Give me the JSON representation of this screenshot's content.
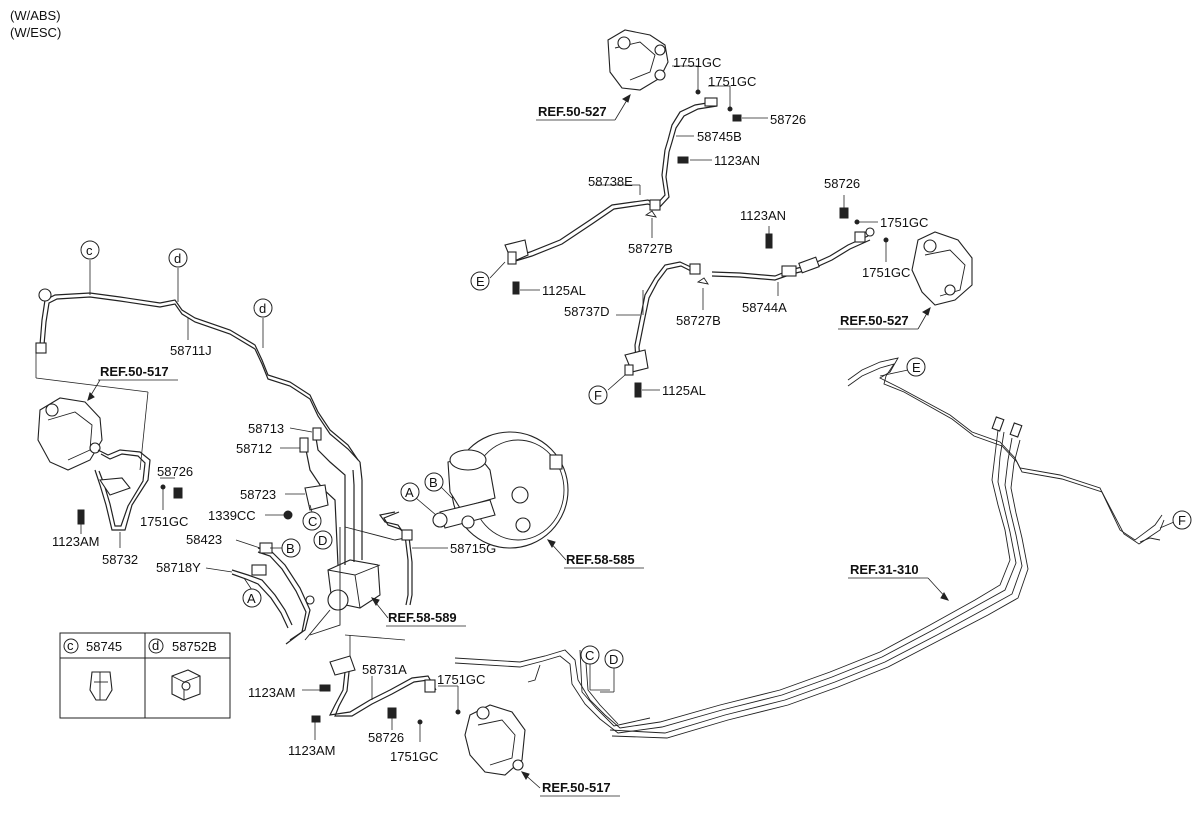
{
  "header": {
    "line1": "(W/ABS)",
    "line2": "(W/ESC)"
  },
  "refs": {
    "ref_50_527_top": "REF.50-527",
    "ref_50_527_right": "REF.50-527",
    "ref_50_517_left": "REF.50-517",
    "ref_50_517_bottom": "REF.50-517",
    "ref_58_585": "REF.58-585",
    "ref_58_589": "REF.58-589",
    "ref_31_310": "REF.31-310"
  },
  "parts": {
    "p1751gc_a": "1751GC",
    "p1751gc_b": "1751GC",
    "p58726_a": "58726",
    "p58745b": "58745B",
    "p1123an_a": "1123AN",
    "p58738e": "58738E",
    "p58727b_a": "58727B",
    "p1125al_a": "1125AL",
    "p58726_b": "58726",
    "p1123an_b": "1123AN",
    "p1751gc_c": "1751GC",
    "p1751gc_d": "1751GC",
    "p58737d": "58737D",
    "p58727b_b": "58727B",
    "p58744a": "58744A",
    "p1125al_b": "1125AL",
    "p58711j": "58711J",
    "p58726_c": "58726",
    "p1751gc_e": "1751GC",
    "p1123am_a": "1123AM",
    "p58732": "58732",
    "p58713": "58713",
    "p58712": "58712",
    "p58723": "58723",
    "p1339cc": "1339CC",
    "p58423": "58423",
    "p58718y": "58718Y",
    "p58715g": "58715G",
    "p58731a": "58731A",
    "p1751gc_f": "1751GC",
    "p1123am_b": "1123AM",
    "p1123am_c": "1123AM",
    "p58726_d": "58726",
    "p1751gc_g": "1751GC"
  },
  "markers": {
    "a": "A",
    "b": "B",
    "c": "C",
    "d": "D",
    "e": "E",
    "f": "F",
    "c_small": "c",
    "d_small": "d"
  },
  "legend": {
    "c_key": "c",
    "c_part": "58745",
    "d_key": "d",
    "d_part": "58752B"
  }
}
